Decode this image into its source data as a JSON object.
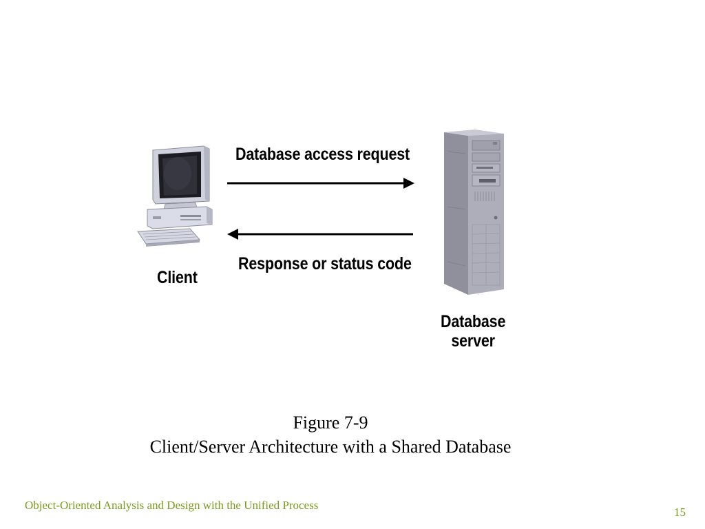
{
  "diagram": {
    "request_label": "Database access request",
    "response_label": "Response or status code",
    "client_label": "Client",
    "server_label_line1": "Database",
    "server_label_line2": "server"
  },
  "caption": {
    "line1": "Figure 7-9",
    "line2": "Client/Server Architecture with a Shared Database"
  },
  "footer": {
    "course_title": "Object-Oriented Analysis and Design with the Unified Process",
    "page_number": "15"
  },
  "colors": {
    "footer_text": "#7a9a1a",
    "arrow": "#000000",
    "server_body": "#a9aab5",
    "client_body": "#d8dae6"
  },
  "icons": {
    "client": "desktop-computer-icon",
    "server": "tower-server-icon"
  }
}
